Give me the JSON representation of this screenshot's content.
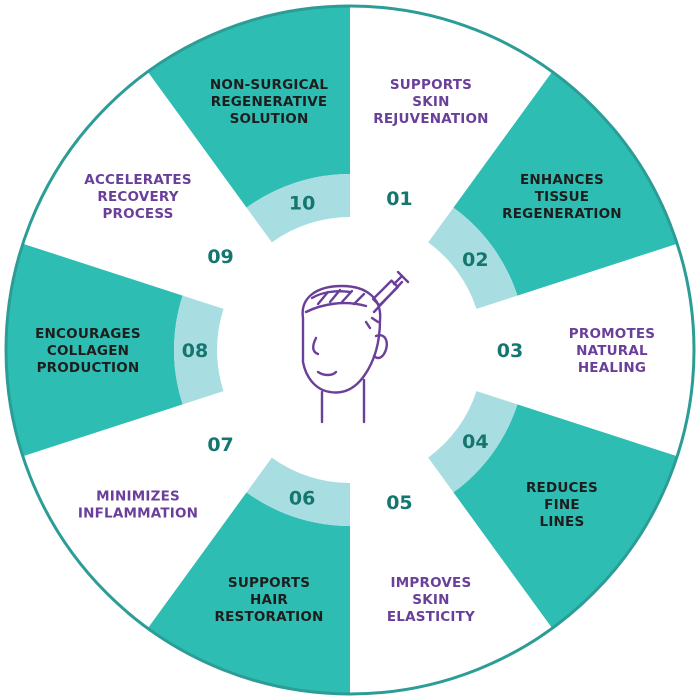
{
  "colors": {
    "teal": "#2ebdb2",
    "light_band": "#a8dde2",
    "outline": "#2b9d96",
    "number": "#14766f",
    "purple": "#6a3f9a",
    "dark_text": "#1d1d1d",
    "white": "#ffffff"
  },
  "center_icon": "head-with-syringe-icon",
  "segments": [
    {
      "num": "01",
      "lines": [
        "SUPPORTS",
        "SKIN",
        "REJUVENATION"
      ],
      "filled": false
    },
    {
      "num": "02",
      "lines": [
        "ENHANCES",
        "TISSUE",
        "REGENERATION"
      ],
      "filled": true
    },
    {
      "num": "03",
      "lines": [
        "PROMOTES",
        "NATURAL",
        "HEALING"
      ],
      "filled": false
    },
    {
      "num": "04",
      "lines": [
        "REDUCES",
        "FINE",
        "LINES"
      ],
      "filled": true
    },
    {
      "num": "05",
      "lines": [
        "IMPROVES",
        "SKIN",
        "ELASTICITY"
      ],
      "filled": false
    },
    {
      "num": "06",
      "lines": [
        "SUPPORTS",
        "HAIR",
        "RESTORATION"
      ],
      "filled": true
    },
    {
      "num": "07",
      "lines": [
        "MINIMIZES",
        "INFLAMMATION"
      ],
      "filled": false
    },
    {
      "num": "08",
      "lines": [
        "ENCOURAGES",
        "COLLAGEN",
        "PRODUCTION"
      ],
      "filled": true
    },
    {
      "num": "09",
      "lines": [
        "ACCELERATES",
        "RECOVERY",
        "PROCESS"
      ],
      "filled": false
    },
    {
      "num": "10",
      "lines": [
        "NON-SURGICAL",
        "REGENERATIVE",
        "SOLUTION"
      ],
      "filled": true
    }
  ]
}
